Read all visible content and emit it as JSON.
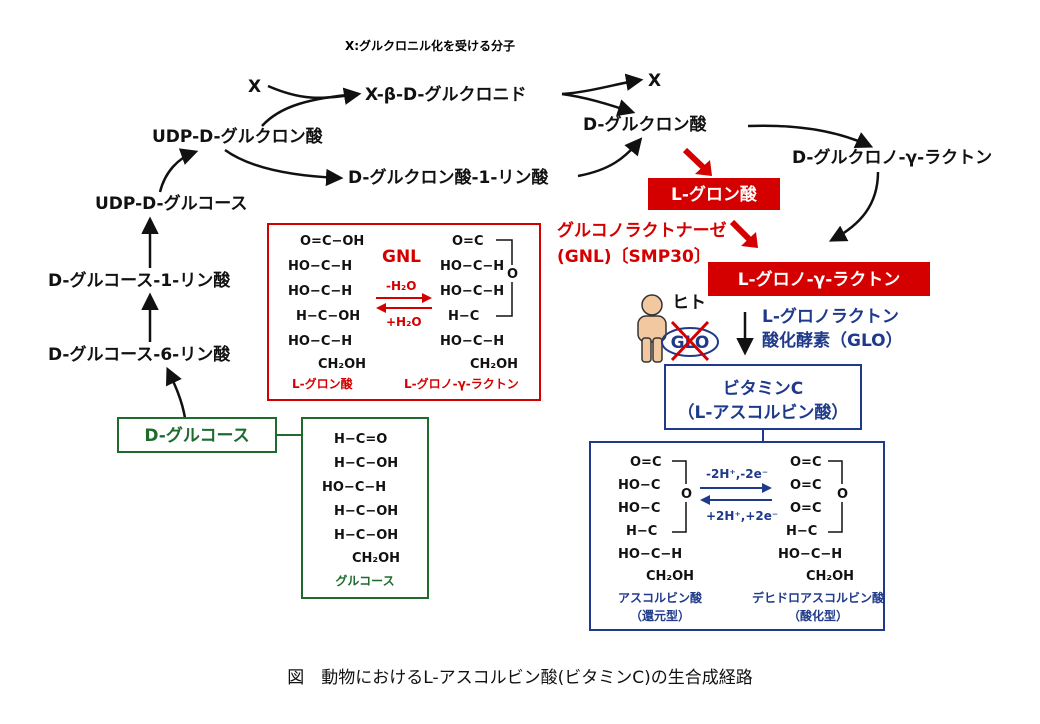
{
  "diagram": {
    "note": "X:グルクロニル化を受ける分子",
    "x_left": "X",
    "x_right": "X",
    "glucuronide": "X-β-D-グルクロニド",
    "udp_glucuronic": "UDP-D-グルクロン酸",
    "udp_glucose": "UDP-D-グルコース",
    "glc1p": "D-グルコース-1-リン酸",
    "glc6p": "D-グルコース-6-リン酸",
    "glucose": "D-グルコース",
    "glucuronic_1p": "D-グルクロン酸-1-リン酸",
    "glucuronic": "D-グルクロン酸",
    "glucurono_lactone": "D-グルクロノ-γ-ラクトン",
    "gulonic": "L-グロン酸",
    "gulono_lactone": "L-グロノ-γ-ラクトン",
    "gnl_enzyme": "グルコノラクトナーゼ",
    "gnl_abbr": "(GNL)〔SMP30〕",
    "human": "ヒト",
    "glo_badge": "GLO",
    "glo_enzyme_line1": "L-グロノラクトン",
    "glo_enzyme_line2": "酸化酵素（GLO）",
    "vitc_title": "ビタミンC",
    "vitc_sub": "（L-アスコルビン酸）"
  },
  "red_box": {
    "enzyme": "GNL",
    "minus_water": "-H₂O",
    "plus_water": "+H₂O",
    "left_lines": [
      "O=C−OH",
      "HO−C−H",
      "HO−C−H",
      "H−C−OH",
      "HO−C−H",
      "CH₂OH"
    ],
    "right_lines": [
      "O=C",
      "HO−C−H",
      "HO−C−H",
      "H−C",
      "HO−C−H",
      "CH₂OH"
    ],
    "ring_o": "O",
    "left_label": "L-グロン酸",
    "right_label": "L-グロノ-γ-ラクトン"
  },
  "green_box": {
    "lines": [
      "H−C=O",
      "H−C−OH",
      "HO−C−H",
      "H−C−OH",
      "H−C−OH",
      "CH₂OH"
    ],
    "label": "グルコース"
  },
  "blue_box": {
    "ox": "-2H⁺,-2e⁻",
    "red": "+2H⁺,+2e⁻",
    "left_lines": [
      "O=C",
      "HO−C",
      "HO−C",
      "H−C",
      "HO−C−H",
      "CH₂OH"
    ],
    "right_lines": [
      "O=C",
      "O=C",
      "O=C",
      "H−C",
      "HO−C−H",
      "CH₂OH"
    ],
    "ring_o": "O",
    "left_label1": "アスコルビン酸",
    "left_label2": "（還元型）",
    "right_label1": "デヒドロアスコルビン酸",
    "right_label2": "（酸化型）"
  },
  "caption": "図　動物におけるL-アスコルビン酸(ビタミンC)の生合成経路",
  "colors": {
    "red": "#d40000",
    "blue": "#1f3a8a",
    "green": "#1e6b2e",
    "dark": "#111111"
  }
}
